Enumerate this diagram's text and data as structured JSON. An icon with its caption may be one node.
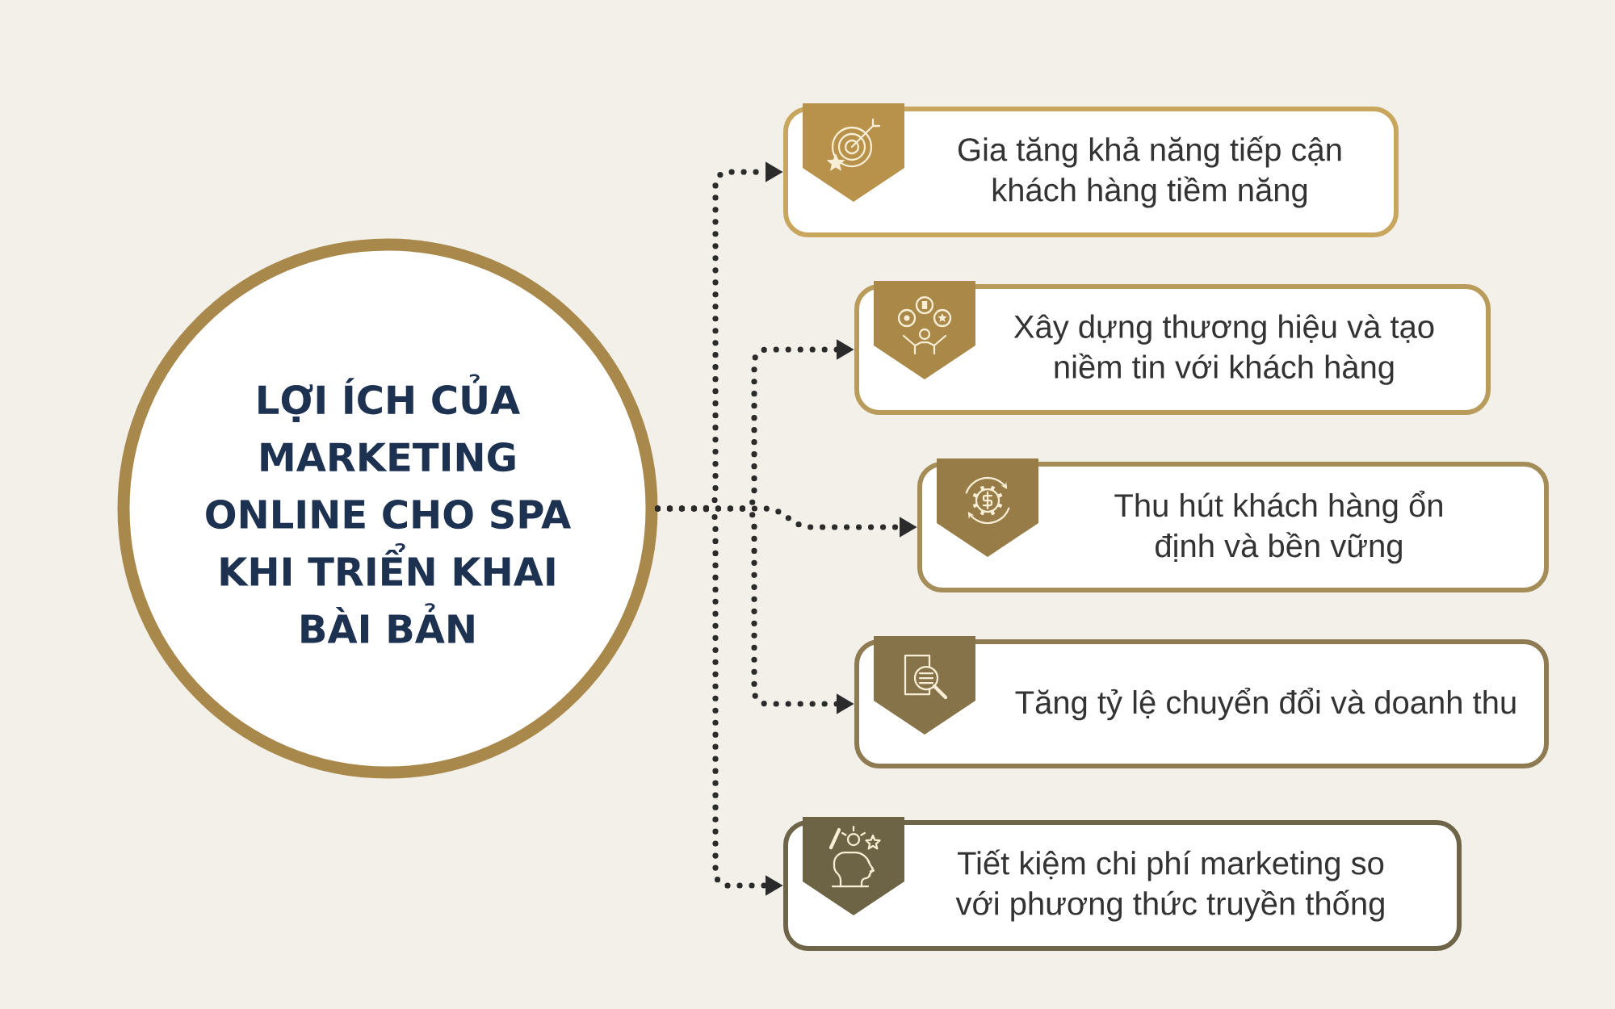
{
  "diagram": {
    "nodes": [
      {
        "text": [
          "LỢI ÍCH CỦA MARKETING ONLINE CHO SPA KHI TRIỂN KHAI BÀI BẢN"
        ]
      },
      {
        "text": [
          "Gia tăng khả năng tiếp cận khách hàng tiềm năng"
        ]
      },
      {
        "text": [
          "Xây dựng thương hiệu và tạo niềm tin với khách hàng"
        ]
      },
      {
        "text": [
          "Thu hút khách hàng ổn định và bền vững"
        ]
      },
      {
        "text": [
          "Tăng tỷ lệ chuyển đổi và doanh thu"
        ]
      },
      {
        "text": [
          "Tiết kiệm chi phí marketing so với phương thức truyền thống"
        ]
      }
    ],
    "edges": [
      {
        "from": 0,
        "to": 1,
        "arrow": "to"
      },
      {
        "from": 0,
        "to": 2,
        "arrow": "to"
      },
      {
        "from": 0,
        "to": 3,
        "arrow": "to"
      },
      {
        "from": 0,
        "to": 4,
        "arrow": "to"
      },
      {
        "from": 0,
        "to": 5,
        "arrow": "to"
      }
    ]
  }
}
